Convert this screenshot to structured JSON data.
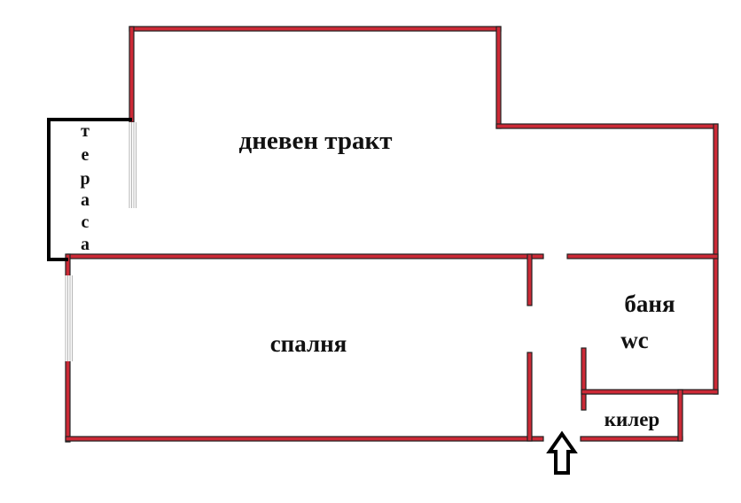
{
  "rooms": {
    "living": "дневен тракт",
    "bedroom": "спалня",
    "bathroom": "баня",
    "wc": "wc",
    "storage": "килер",
    "terrace": [
      "т",
      "е",
      "р",
      "а",
      "с",
      "а"
    ]
  },
  "colors": {
    "wall": "#cc2a36",
    "wall_outline": "#222222",
    "terrace_wall": "#000000",
    "window": "#b5b5b5"
  },
  "icons": {
    "entrance": "entrance-arrow-icon"
  }
}
